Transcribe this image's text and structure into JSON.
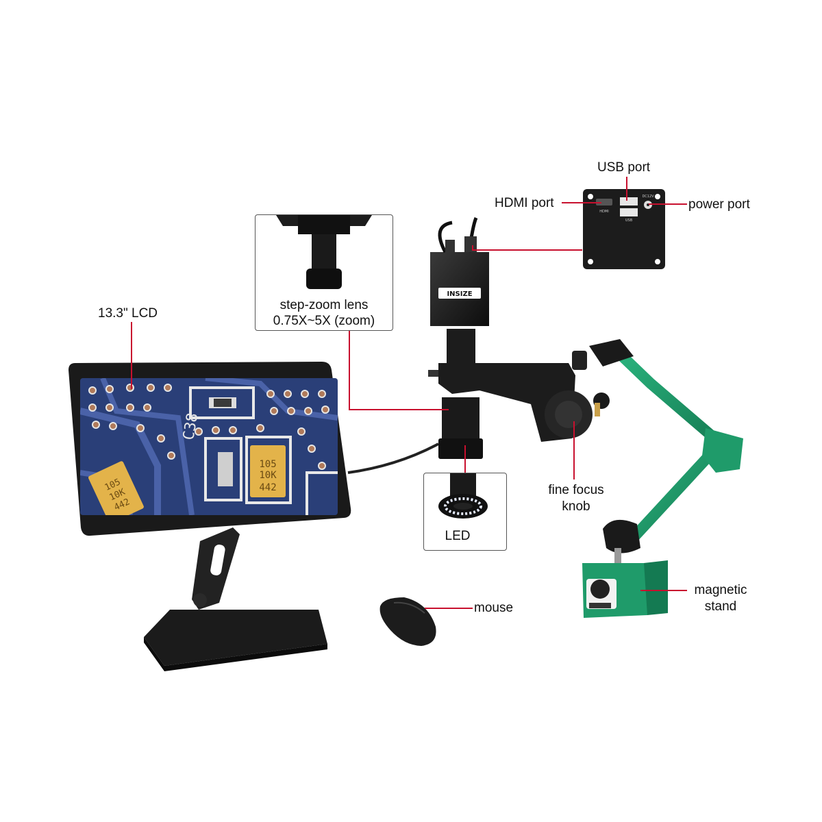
{
  "callouts": {
    "lcd": "13.3\" LCD",
    "lens_line1": "step-zoom lens",
    "lens_line2": "0.75X~5X (zoom)",
    "usb_port": "USB port",
    "hdmi_port": "HDMI port",
    "power_port": "power port",
    "led": "LED",
    "fine_focus_line1": "fine focus",
    "fine_focus_line2": "knob",
    "mouse": "mouse",
    "magnetic_line1": "magnetic",
    "magnetic_line2": "stand"
  },
  "product": {
    "brand": "INSIZE",
    "port_hdmi_mark": "HDMI",
    "port_usb_mark": "USB",
    "port_dc_mark": "DC12V"
  },
  "pcb_text": {
    "silkscreen": "C38",
    "cap1_line1": "105",
    "cap1_line2": "10K",
    "cap1_line3": "442",
    "cap2_line1": "105",
    "cap2_line2": "10K",
    "cap2_line3": "442"
  },
  "colors": {
    "callout_line": "#c8102e",
    "stand_green": "#1f9b6a",
    "device_black": "#1a1a1a",
    "pcb_blue": "#2a3f78",
    "capacitor_gold": "#e3b34a"
  }
}
